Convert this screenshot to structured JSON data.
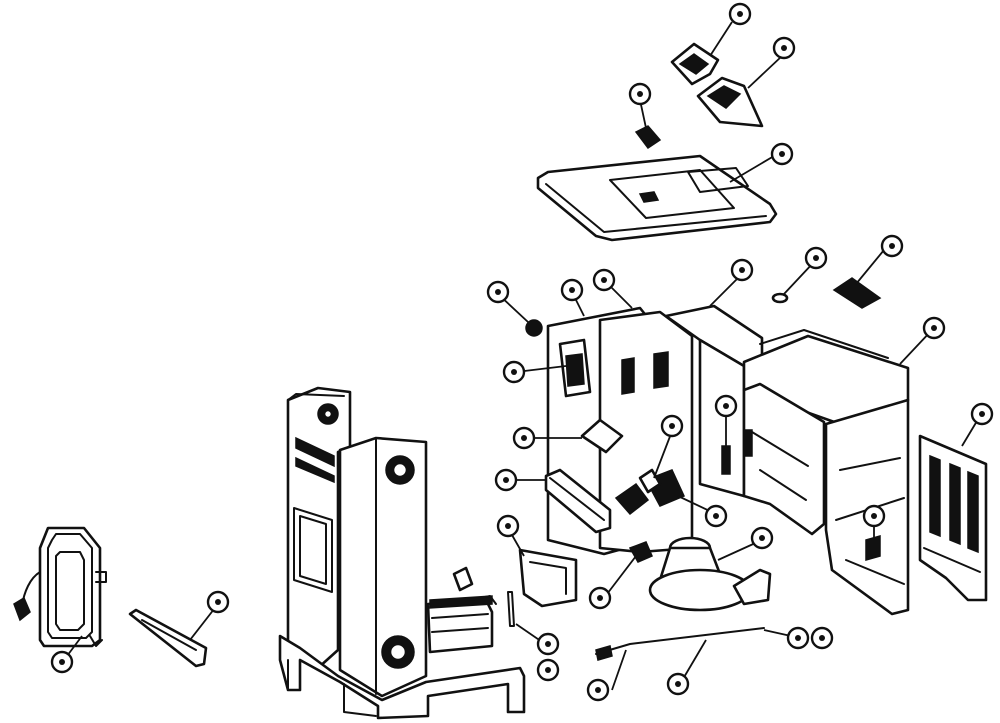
{
  "title": "",
  "callouts": [
    {
      "id": "c01",
      "label": ""
    },
    {
      "id": "c02",
      "label": ""
    },
    {
      "id": "c03",
      "label": ""
    },
    {
      "id": "c04",
      "label": ""
    },
    {
      "id": "c05",
      "label": ""
    },
    {
      "id": "c06",
      "label": ""
    },
    {
      "id": "c07",
      "label": ""
    },
    {
      "id": "c08",
      "label": ""
    },
    {
      "id": "c09",
      "label": ""
    },
    {
      "id": "c10",
      "label": ""
    },
    {
      "id": "c11",
      "label": ""
    },
    {
      "id": "c12",
      "label": ""
    },
    {
      "id": "c13",
      "label": ""
    },
    {
      "id": "c14",
      "label": ""
    },
    {
      "id": "c15",
      "label": ""
    },
    {
      "id": "c16",
      "label": ""
    },
    {
      "id": "c17",
      "label": ""
    },
    {
      "id": "c18",
      "label": ""
    },
    {
      "id": "c19",
      "label": ""
    },
    {
      "id": "c20",
      "label": ""
    },
    {
      "id": "c21",
      "label": ""
    },
    {
      "id": "c22",
      "label": ""
    },
    {
      "id": "c23",
      "label": ""
    },
    {
      "id": "c24",
      "label": ""
    },
    {
      "id": "c25",
      "label": ""
    },
    {
      "id": "c26",
      "label": ""
    },
    {
      "id": "c27",
      "label": ""
    },
    {
      "id": "c28",
      "label": ""
    },
    {
      "id": "c29",
      "label": ""
    },
    {
      "id": "c30",
      "label": ""
    },
    {
      "id": "c31",
      "label": ""
    },
    {
      "id": "c32",
      "label": ""
    }
  ],
  "style": {
    "line_color": "#111111",
    "background": "#ffffff"
  }
}
